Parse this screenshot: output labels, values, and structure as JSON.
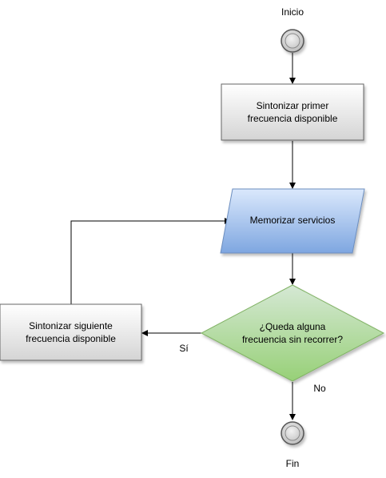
{
  "flowchart": {
    "start_label": "Inicio",
    "end_label": "Fin",
    "step_tune_first": "Sintonizar primer\nfrecuencia disponible",
    "step_memorize": "Memorizar servicios",
    "decision_question": "¿Queda alguna\nfrecuencia sin recorrer?",
    "step_tune_next": "Sintonizar siguiente\nfrecuencia disponible",
    "branch_yes": "Sí",
    "branch_no": "No"
  },
  "colors": {
    "process_fill_top": "#ffffff",
    "process_fill_bottom": "#d4d4d4",
    "process_stroke": "#666666",
    "io_fill_top": "#dae8fc",
    "io_fill_bottom": "#7ea6e0",
    "io_stroke": "#6c8ebf",
    "decision_fill_top": "#d5e8d4",
    "decision_fill_bottom": "#97d077",
    "decision_stroke": "#82b366",
    "terminal_fill": "#d0d0d0",
    "terminal_stroke": "#555555",
    "connector": "#000000"
  }
}
